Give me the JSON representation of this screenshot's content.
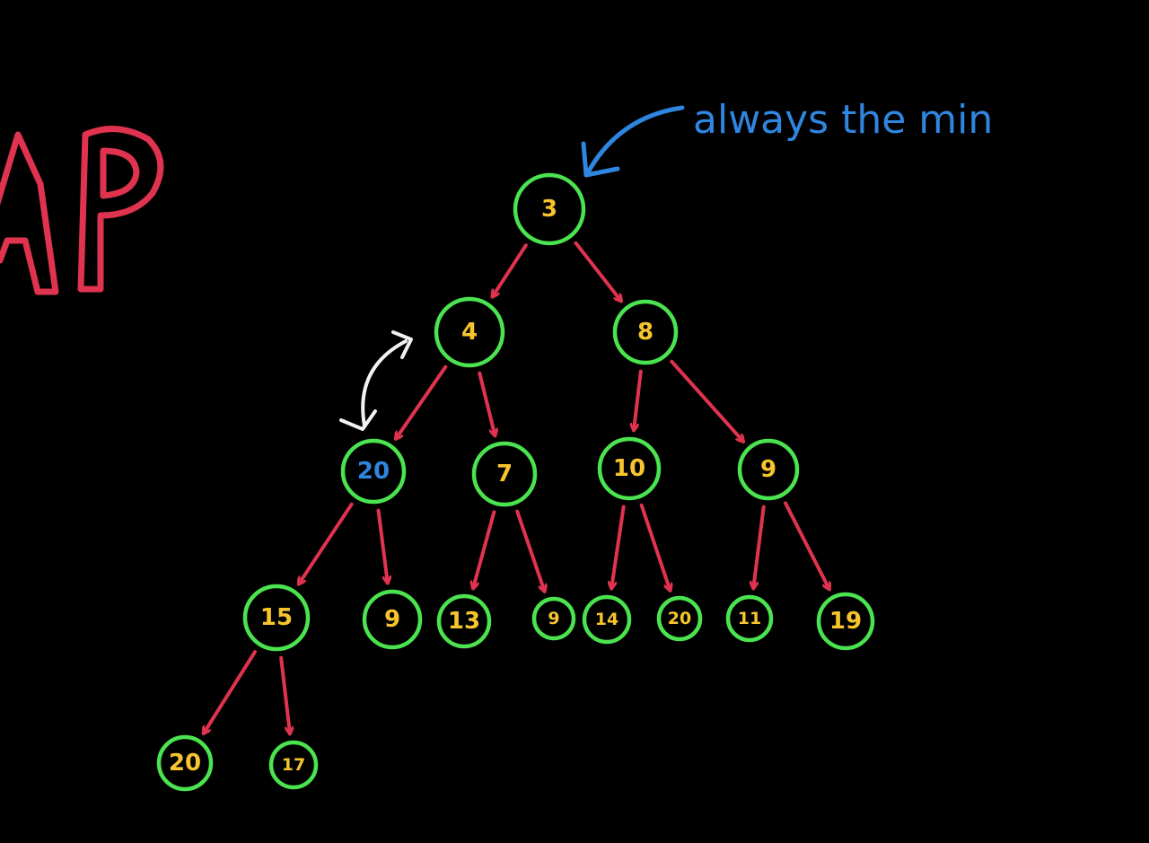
{
  "title_fragment": "AP",
  "annotation": {
    "text": "always the min",
    "color": "#2f86e0"
  },
  "colors": {
    "background": "#000000",
    "node_ring": "#4be34f",
    "node_value": "#f6c52e",
    "highlight_value": "#2f86e0",
    "edge": "#e0334f",
    "title": "#e0334f",
    "swap_arrow": "#f2f2f2"
  },
  "nodes": [
    {
      "id": "n3",
      "label": "3"
    },
    {
      "id": "n4",
      "label": "4"
    },
    {
      "id": "n8",
      "label": "8"
    },
    {
      "id": "n20a",
      "label": "20",
      "highlight": true
    },
    {
      "id": "n7",
      "label": "7"
    },
    {
      "id": "n10",
      "label": "10"
    },
    {
      "id": "n9a",
      "label": "9"
    },
    {
      "id": "n15",
      "label": "15"
    },
    {
      "id": "n9b",
      "label": "9"
    },
    {
      "id": "n13",
      "label": "13"
    },
    {
      "id": "n9c",
      "label": "9"
    },
    {
      "id": "n14",
      "label": "14"
    },
    {
      "id": "n20b",
      "label": "20"
    },
    {
      "id": "n11",
      "label": "11"
    },
    {
      "id": "n19",
      "label": "19"
    },
    {
      "id": "n20c",
      "label": "20"
    },
    {
      "id": "n17",
      "label": "17"
    }
  ],
  "edges": [
    [
      "n3",
      "n4"
    ],
    [
      "n3",
      "n8"
    ],
    [
      "n4",
      "n20a"
    ],
    [
      "n4",
      "n7"
    ],
    [
      "n8",
      "n10"
    ],
    [
      "n8",
      "n9a"
    ],
    [
      "n20a",
      "n15"
    ],
    [
      "n20a",
      "n9b"
    ],
    [
      "n7",
      "n13"
    ],
    [
      "n7",
      "n9c"
    ],
    [
      "n10",
      "n14"
    ],
    [
      "n10",
      "n20b"
    ],
    [
      "n9a",
      "n11"
    ],
    [
      "n9a",
      "n19"
    ],
    [
      "n15",
      "n20c"
    ],
    [
      "n15",
      "n17"
    ]
  ],
  "swap": {
    "from": "n20a",
    "to": "n4"
  }
}
